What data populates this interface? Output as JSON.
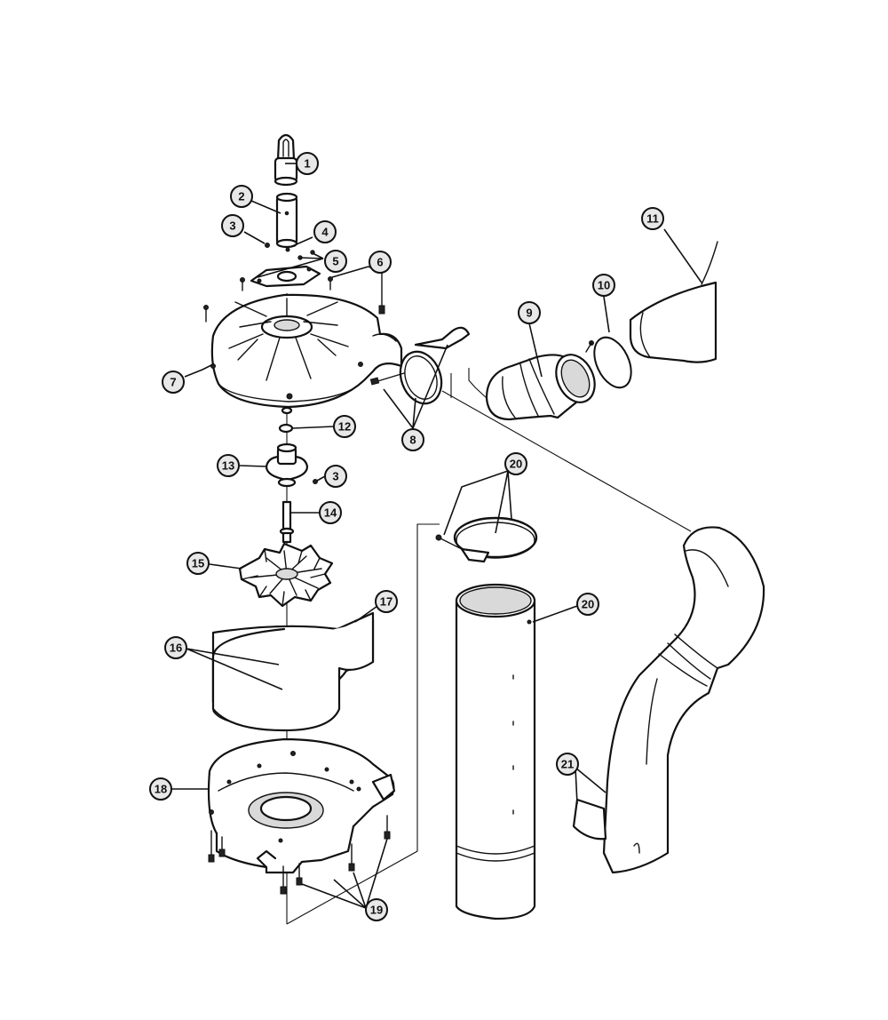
{
  "callouts": {
    "c1": "1",
    "c2": "2",
    "c3a": "3",
    "c3b": "3",
    "c4": "4",
    "c5": "5",
    "c6": "6",
    "c7": "7",
    "c8": "8",
    "c9": "9",
    "c10": "10",
    "c11": "11",
    "c12": "12",
    "c13": "13",
    "c14": "14",
    "c15": "15",
    "c16": "16",
    "c17": "17",
    "c18": "18",
    "c19": "19",
    "c20a": "20",
    "c20b": "20",
    "c21": "21"
  }
}
